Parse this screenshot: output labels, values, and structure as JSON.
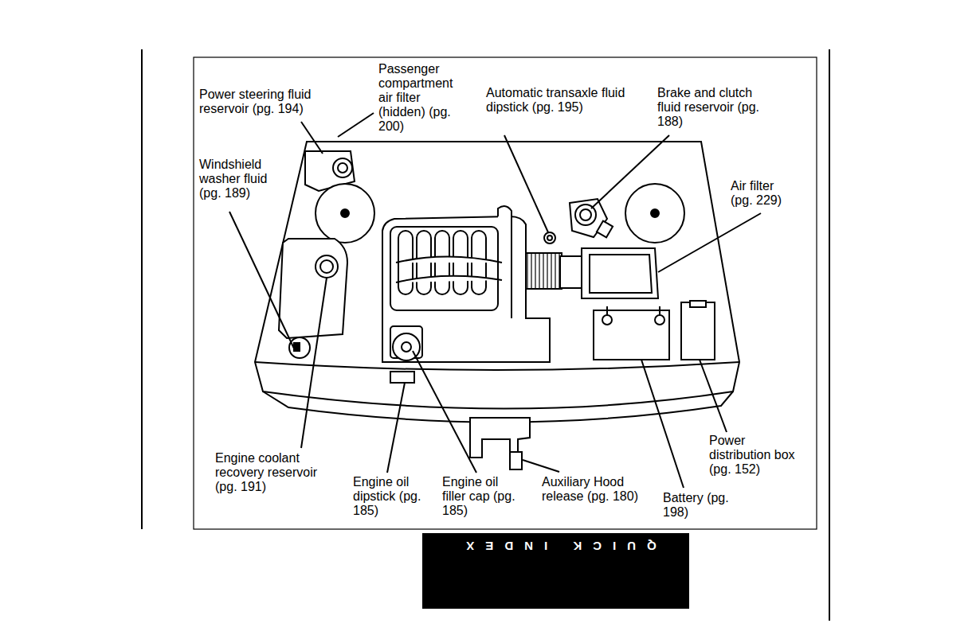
{
  "diagram": {
    "nodes": [
      {
        "text": [
          "QUICK INDEX"
        ]
      }
    ],
    "labels": [
      "Power steering fluid reservoir (pg. 194)",
      "Passenger compartment air filter (hidden) (pg. 200)",
      "Automatic transaxle fluid dipstick (pg. 195)",
      "Brake and clutch fluid reservoir (pg. 188)",
      "Windshield washer fluid (pg. 189)",
      "Air filter (pg. 229)",
      "Engine coolant recovery reservoir (pg. 191)",
      "Engine oil dipstick (pg. 185)",
      "Engine oil filler cap (pg. 185)",
      "Auxiliary Hood release (pg. 180)",
      "Battery (pg. 198)",
      "Power distribution box (pg. 152)"
    ]
  }
}
